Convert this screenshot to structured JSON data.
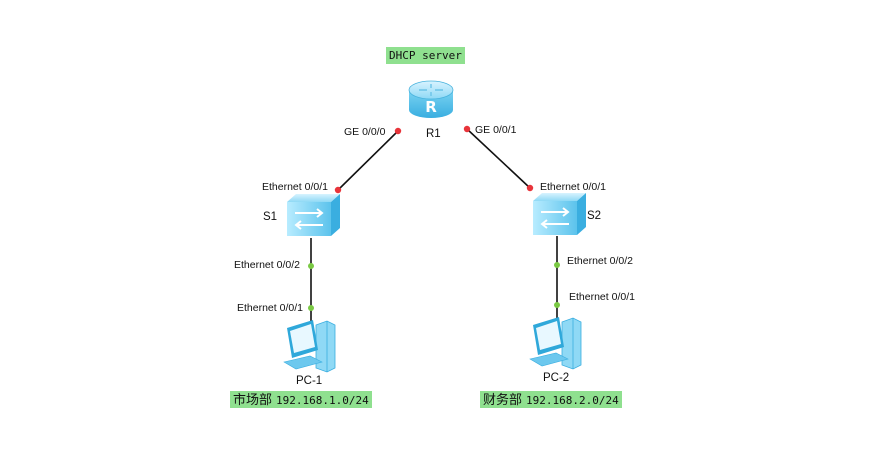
{
  "server_tag": "DHCP server",
  "devices": {
    "r1": "R1",
    "s1": "S1",
    "s2": "S2",
    "pc1": "PC-1",
    "pc2": "PC-2"
  },
  "ports": {
    "r1_ge000": "GE 0/0/0",
    "r1_ge001": "GE 0/0/1",
    "s1_e001": "Ethernet 0/0/1",
    "s1_e002": "Ethernet 0/0/2",
    "pc1_e001": "Ethernet 0/0/1",
    "s2_e001": "Ethernet 0/0/1",
    "s2_e002": "Ethernet 0/0/2",
    "pc2_e001": "Ethernet 0/0/1"
  },
  "segments": {
    "left": {
      "dept": "市场部",
      "subnet": "192.168.1.0/24"
    },
    "right": {
      "dept": "财务部",
      "subnet": "192.168.2.0/24"
    }
  },
  "colors": {
    "router_port": "#e8343a",
    "access_port": "#7ac943",
    "tag_bg": "#8fe08f",
    "device": "#5ec8ee"
  },
  "icons": {
    "router": "router-icon",
    "switch": "switch-icon",
    "pc": "pc-icon"
  }
}
